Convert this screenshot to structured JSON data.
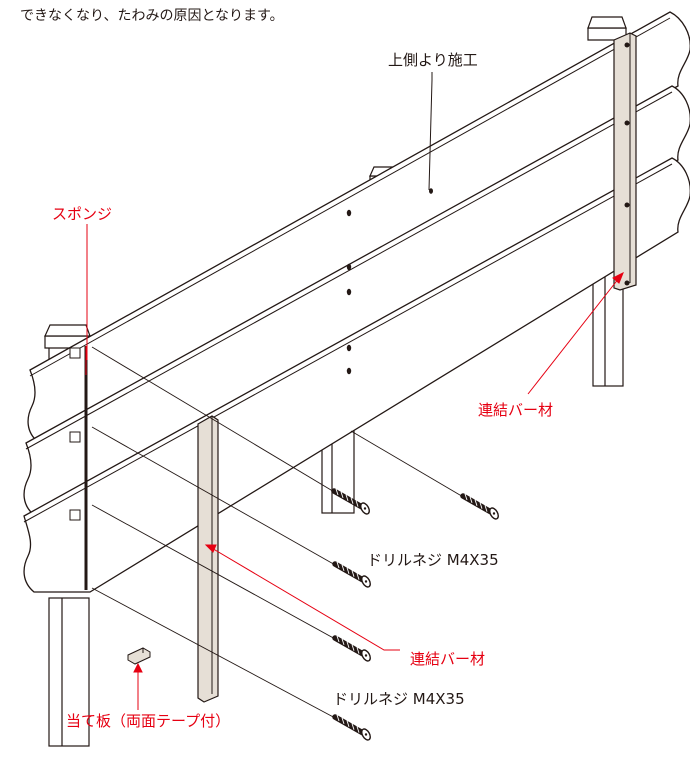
{
  "note_text": "できなくなり、たわみの原因となります。",
  "labels": {
    "top_install": "上側より施工",
    "sponge": "スポンジ",
    "connector_right": "連結バー材",
    "connector_front": "連結バー材",
    "drill_screw_upper": "ドリルネジ M4X35",
    "drill_screw_lower": "ドリルネジ M4X35",
    "backing_plate": "当て板（両面テープ付）"
  },
  "colors": {
    "line": "#231815",
    "annotation": "#e60012",
    "bar_fill": "#e6dfd6"
  }
}
